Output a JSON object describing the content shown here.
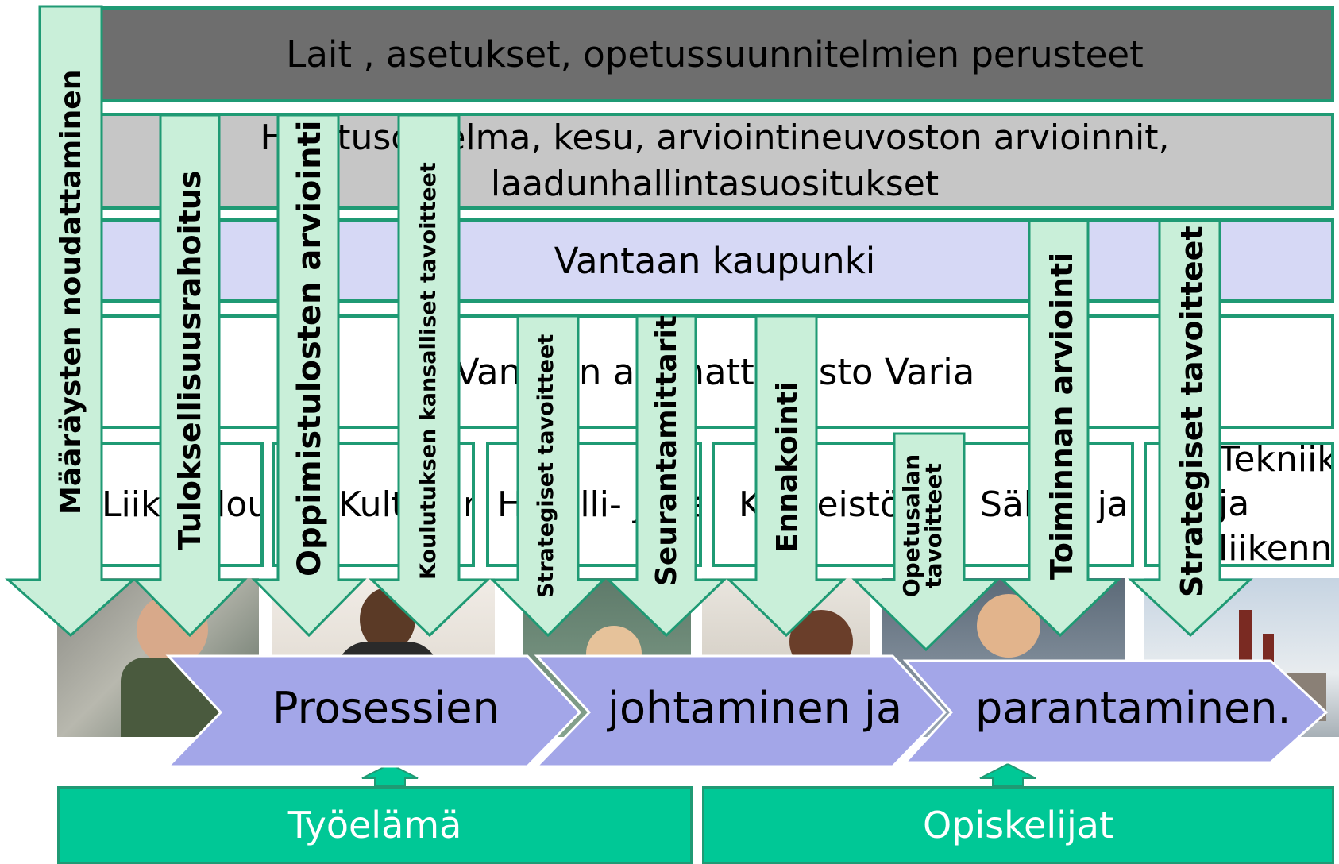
{
  "layers": {
    "laws": "Lait , asetukset, opetussuunnitelmien perusteet",
    "plan_line1": "Hallitusohjelma, kesu, arviointineuvoston arvioinnit,",
    "plan_line2": "laadunhallintasuositukset",
    "city": "Vantaan kaupunki",
    "varia": "Vantaan ammattiopisto Varia"
  },
  "units": [
    "Liiketalous ja kauppa",
    "Kulttuuri",
    "Hotelli- ja ravintola",
    "Kiinteistö ja rata",
    "Sähkö ja automaatio",
    "Tekniikka ja liikenne"
  ],
  "arrows": [
    "Määräysten noudattaminen",
    "Tuloksellisuusrahoitus",
    "Oppimistulosten arviointi",
    "Koulutuksen kansalliset tavoitteet",
    "Strategiset tavoitteet",
    "Seurantamittarit",
    "Ennakointi",
    "Opetusalan tavoitteet",
    "Toiminnan arviointi",
    "Strategiset tavoitteet"
  ],
  "process": [
    "Prosessien",
    "johtaminen ja",
    "parantaminen."
  ],
  "bottom": [
    "Työelämä",
    "Opiskelijat"
  ],
  "colors": {
    "arrow_fill": "#c9efd9",
    "arrow_stroke": "#1f9a74",
    "chevron": "#a3a6e8",
    "bottom_box": "#00c896"
  }
}
